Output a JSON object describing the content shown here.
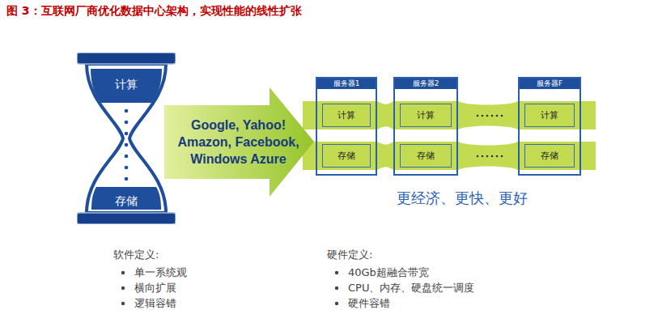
{
  "diagram": {
    "title": "图 3：互联网厂商优化数据中心架构，实现性能的线性扩张",
    "nodes": [
      {
        "text": [
          "计算",
          "存储"
        ]
      },
      {
        "text": [
          "Google, Yahoo! Amazon, Facebook, Windows Azure"
        ]
      },
      {
        "text": [
          "服务器1"
        ]
      },
      {
        "text": [
          "计算"
        ],
        "in": 2
      },
      {
        "text": [
          "存储"
        ],
        "in": 2
      },
      {
        "text": [
          "服务器2"
        ]
      },
      {
        "text": [
          "计算"
        ],
        "in": 5
      },
      {
        "text": [
          "存储"
        ],
        "in": 5
      },
      {
        "text": [
          "服务器F"
        ]
      },
      {
        "text": [
          "计算"
        ],
        "in": 8
      },
      {
        "text": [
          "存储"
        ],
        "in": 8
      }
    ],
    "labels": [
      "更经济、更快、更好",
      "软件定义:",
      "单一系统观",
      "横向扩展",
      "逻辑容错",
      "硬件定义:",
      "40Gb超融合带宽",
      "CPU、内存、硬盘统一调度",
      "硬件容错"
    ]
  }
}
